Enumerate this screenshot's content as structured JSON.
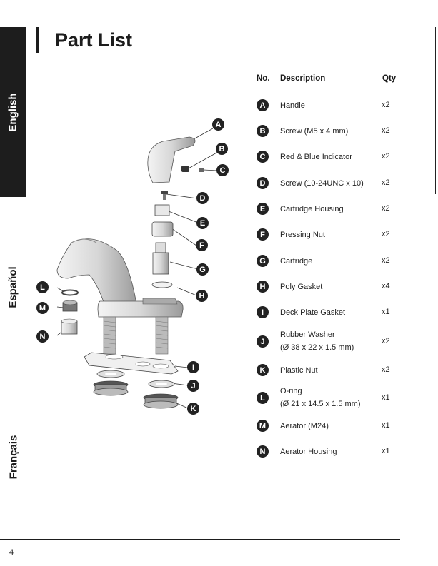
{
  "sidebar": {
    "languages": [
      "English",
      "Español",
      "Français"
    ]
  },
  "title": "Part List",
  "table": {
    "headers": {
      "no": "No.",
      "description": "Description",
      "qty": "Qty"
    },
    "rows": [
      {
        "letter": "A",
        "description": "Handle",
        "description2": "",
        "qty": "x2"
      },
      {
        "letter": "B",
        "description": "Screw (M5 x 4 mm)",
        "description2": "",
        "qty": "x2"
      },
      {
        "letter": "C",
        "description": "Red & Blue Indicator",
        "description2": "",
        "qty": "x2"
      },
      {
        "letter": "D",
        "description": "Screw (10-24UNC x 10)",
        "description2": "",
        "qty": "x2"
      },
      {
        "letter": "E",
        "description": "Cartridge Housing",
        "description2": "",
        "qty": "x2"
      },
      {
        "letter": "F",
        "description": "Pressing Nut",
        "description2": "",
        "qty": "x2"
      },
      {
        "letter": "G",
        "description": "Cartridge",
        "description2": "",
        "qty": "x2"
      },
      {
        "letter": "H",
        "description": "Poly Gasket",
        "description2": "",
        "qty": "x4"
      },
      {
        "letter": "I",
        "description": "Deck Plate Gasket",
        "description2": "",
        "qty": "x1"
      },
      {
        "letter": "J",
        "description": "Rubber Washer",
        "description2": "(Ø 38 x 22 x 1.5 mm)",
        "qty": "x2"
      },
      {
        "letter": "K",
        "description": "Plastic Nut",
        "description2": "",
        "qty": "x2"
      },
      {
        "letter": "L",
        "description": "O-ring",
        "description2": "(Ø 21 x 14.5 x 1.5 mm)",
        "qty": "x1"
      },
      {
        "letter": "M",
        "description": "Aerator (M24)",
        "description2": "",
        "qty": "x1"
      },
      {
        "letter": "N",
        "description": "Aerator Housing",
        "description2": "",
        "qty": "x1"
      }
    ]
  },
  "diagram": {
    "callouts": [
      "A",
      "B",
      "C",
      "D",
      "E",
      "F",
      "G",
      "H",
      "I",
      "J",
      "K",
      "L",
      "M",
      "N"
    ]
  },
  "footer": {
    "page_number": "4"
  }
}
